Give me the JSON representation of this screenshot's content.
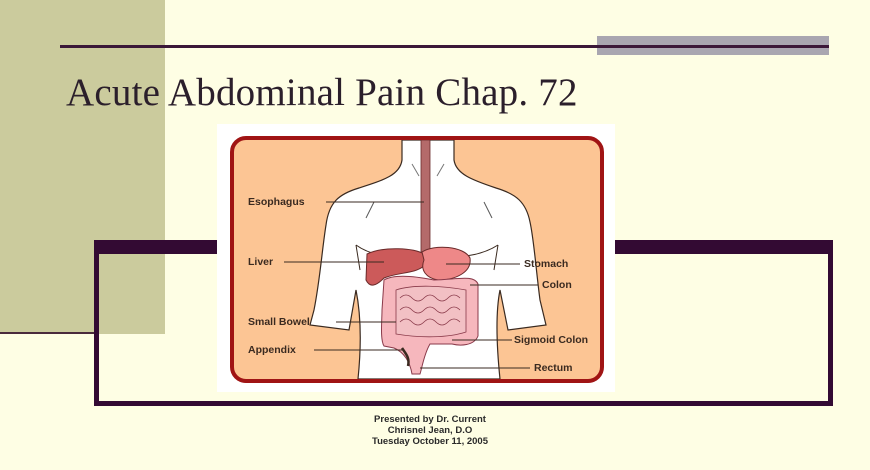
{
  "slide": {
    "title": "Acute Abdominal Pain Chap. 72",
    "colors": {
      "background": "#fefee4",
      "khaki_panel": "#cbcb9d",
      "accent_gray": "#a9a6b0",
      "frame": "#330a33",
      "card_fill": "#fcc594",
      "card_border": "#a01414"
    },
    "figure": {
      "alt": "Digestive system anatomy diagram",
      "labels_left": [
        "Esophagus",
        "Liver",
        "Small Bowel",
        "Appendix"
      ],
      "labels_right": [
        "Stomach",
        "Colon",
        "Sigmoid Colon",
        "Rectum"
      ]
    },
    "presenter": {
      "line1": "Presented by Dr. Current",
      "line2": "Chrisnel Jean, D.O",
      "line3": "Tuesday October 11, 2005"
    }
  }
}
